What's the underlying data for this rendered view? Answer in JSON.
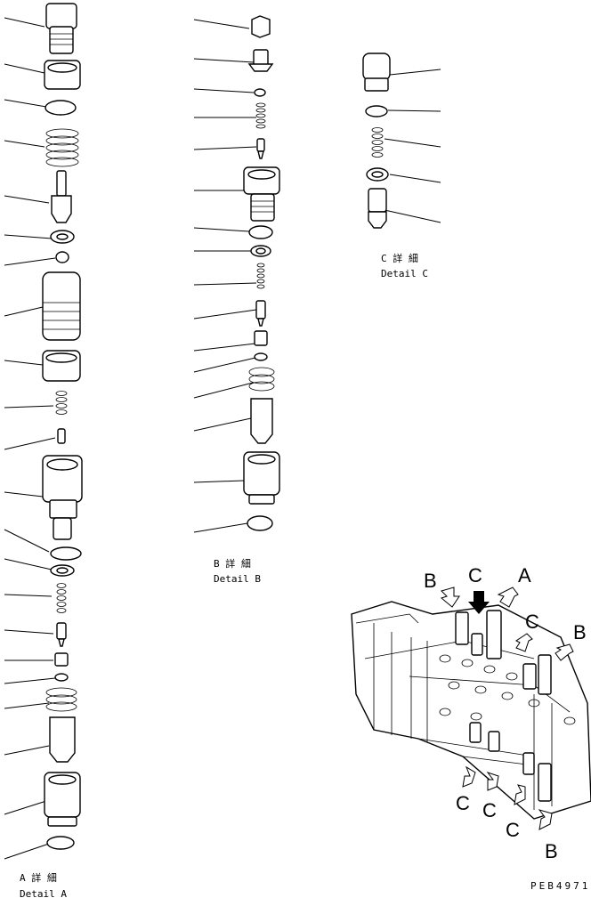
{
  "details": {
    "a": {
      "label_jp": "A  詳  細",
      "label_en": "Detail A"
    },
    "b": {
      "label_jp": "B  詳  細",
      "label_en": "Detail B"
    },
    "c": {
      "label_jp": "C  詳  細",
      "label_en": "Detail C"
    }
  },
  "assembly_callouts": {
    "b1": "B",
    "c1": "C",
    "a1": "A",
    "c2": "C",
    "b2": "B",
    "c3": "C",
    "c4": "C",
    "c5": "C",
    "b3": "B"
  },
  "drawing_code": "PEB4971"
}
